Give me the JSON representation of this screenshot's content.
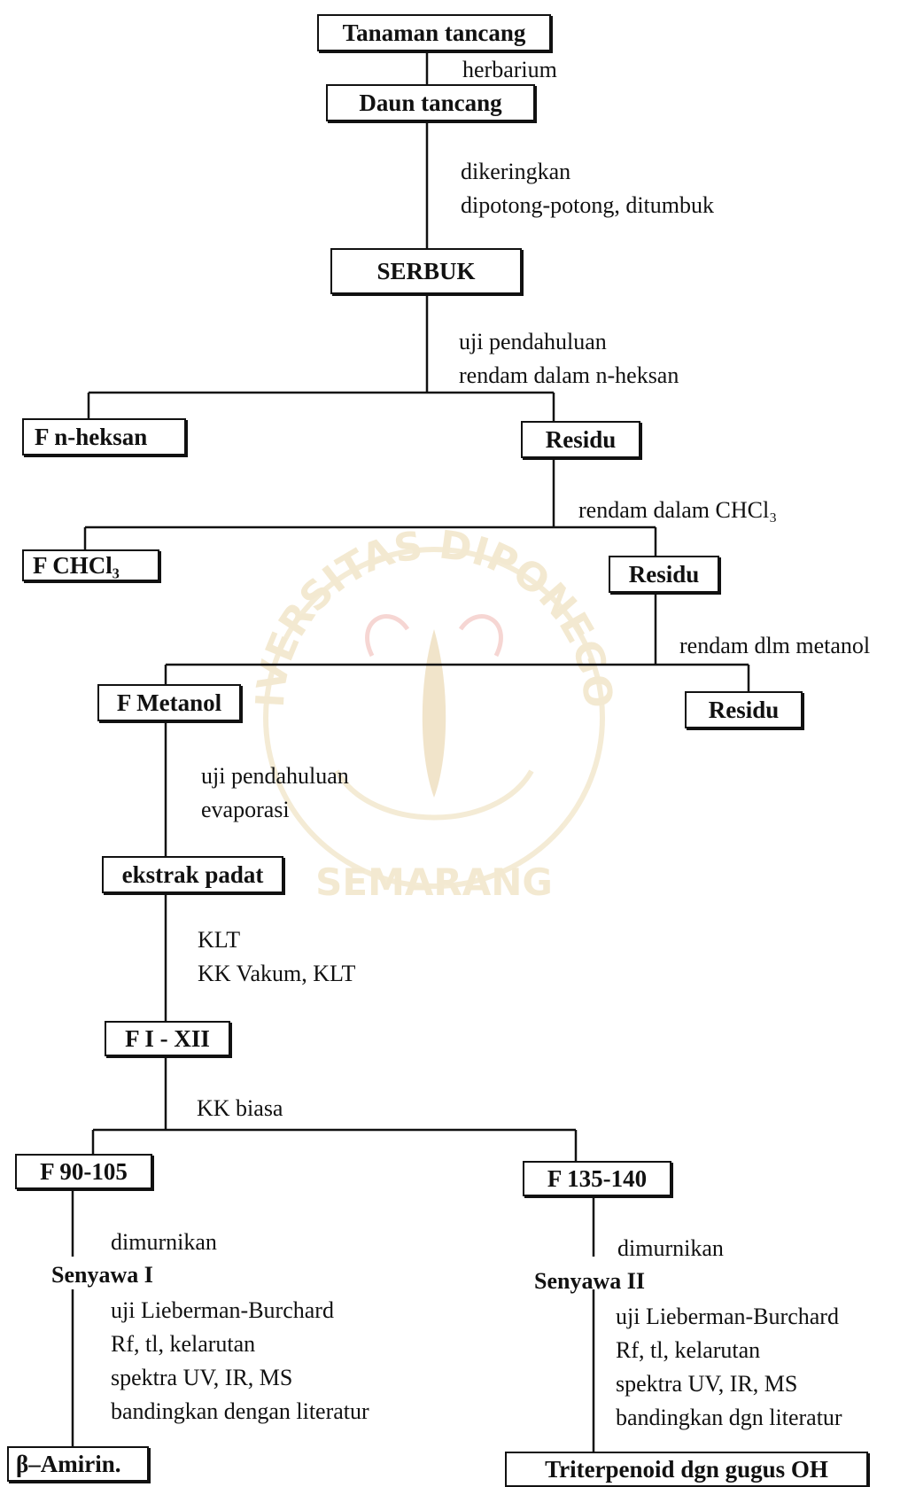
{
  "nodes": {
    "tanaman": "Tanaman tancang",
    "daun": "Daun tancang",
    "serbuk": "SERBUK",
    "f_nheksan": "F n-heksan",
    "residu1": "Residu",
    "f_chcl3": "F  CHCl₃",
    "residu2": "Residu",
    "f_metanol": "F Metanol",
    "residu3": "Residu",
    "ekstrak": "ekstrak padat",
    "f_i_xii": "F  I - XII",
    "f_90_105": "F  90-105",
    "f_135_140": "F 135-140",
    "senyawa1": "Senyawa I",
    "senyawa2": "Senyawa II",
    "amirin": "β–Amirin.",
    "triterpenoid": "Triterpenoid dgn gugus OH"
  },
  "edges": {
    "herbarium": "herbarium",
    "dikeringkan": [
      "dikeringkan",
      "dipotong-potong, ditumbuk"
    ],
    "uji_rendam": [
      "uji pendahuluan",
      "rendam dalam n-heksan"
    ],
    "rendam_chcl3": "rendam dalam CHCl₃",
    "rendam_metanol": "rendam dlm metanol",
    "uji_evaporasi": [
      "uji pendahuluan",
      "evaporasi"
    ],
    "klt": [
      "KLT",
      "KK Vakum, KLT"
    ],
    "kk_biasa": "KK biasa",
    "dimurnikan1": "dimurnikan",
    "dimurnikan2": "dimurnikan",
    "steps1": [
      "uji Lieberman-Burchard",
      "Rf, tl, kelarutan",
      "spektra UV, IR, MS",
      "bandingkan dengan literatur"
    ],
    "steps2": [
      "uji Lieberman-Burchard",
      "Rf, tl, kelarutan",
      "spektra UV, IR, MS",
      "bandingkan dgn literatur"
    ]
  },
  "watermark": {
    "top_text": "UNIVERSITAS DIPONEGORO",
    "bottom_text": "SEMARANG",
    "color": "#e9d6a8"
  }
}
